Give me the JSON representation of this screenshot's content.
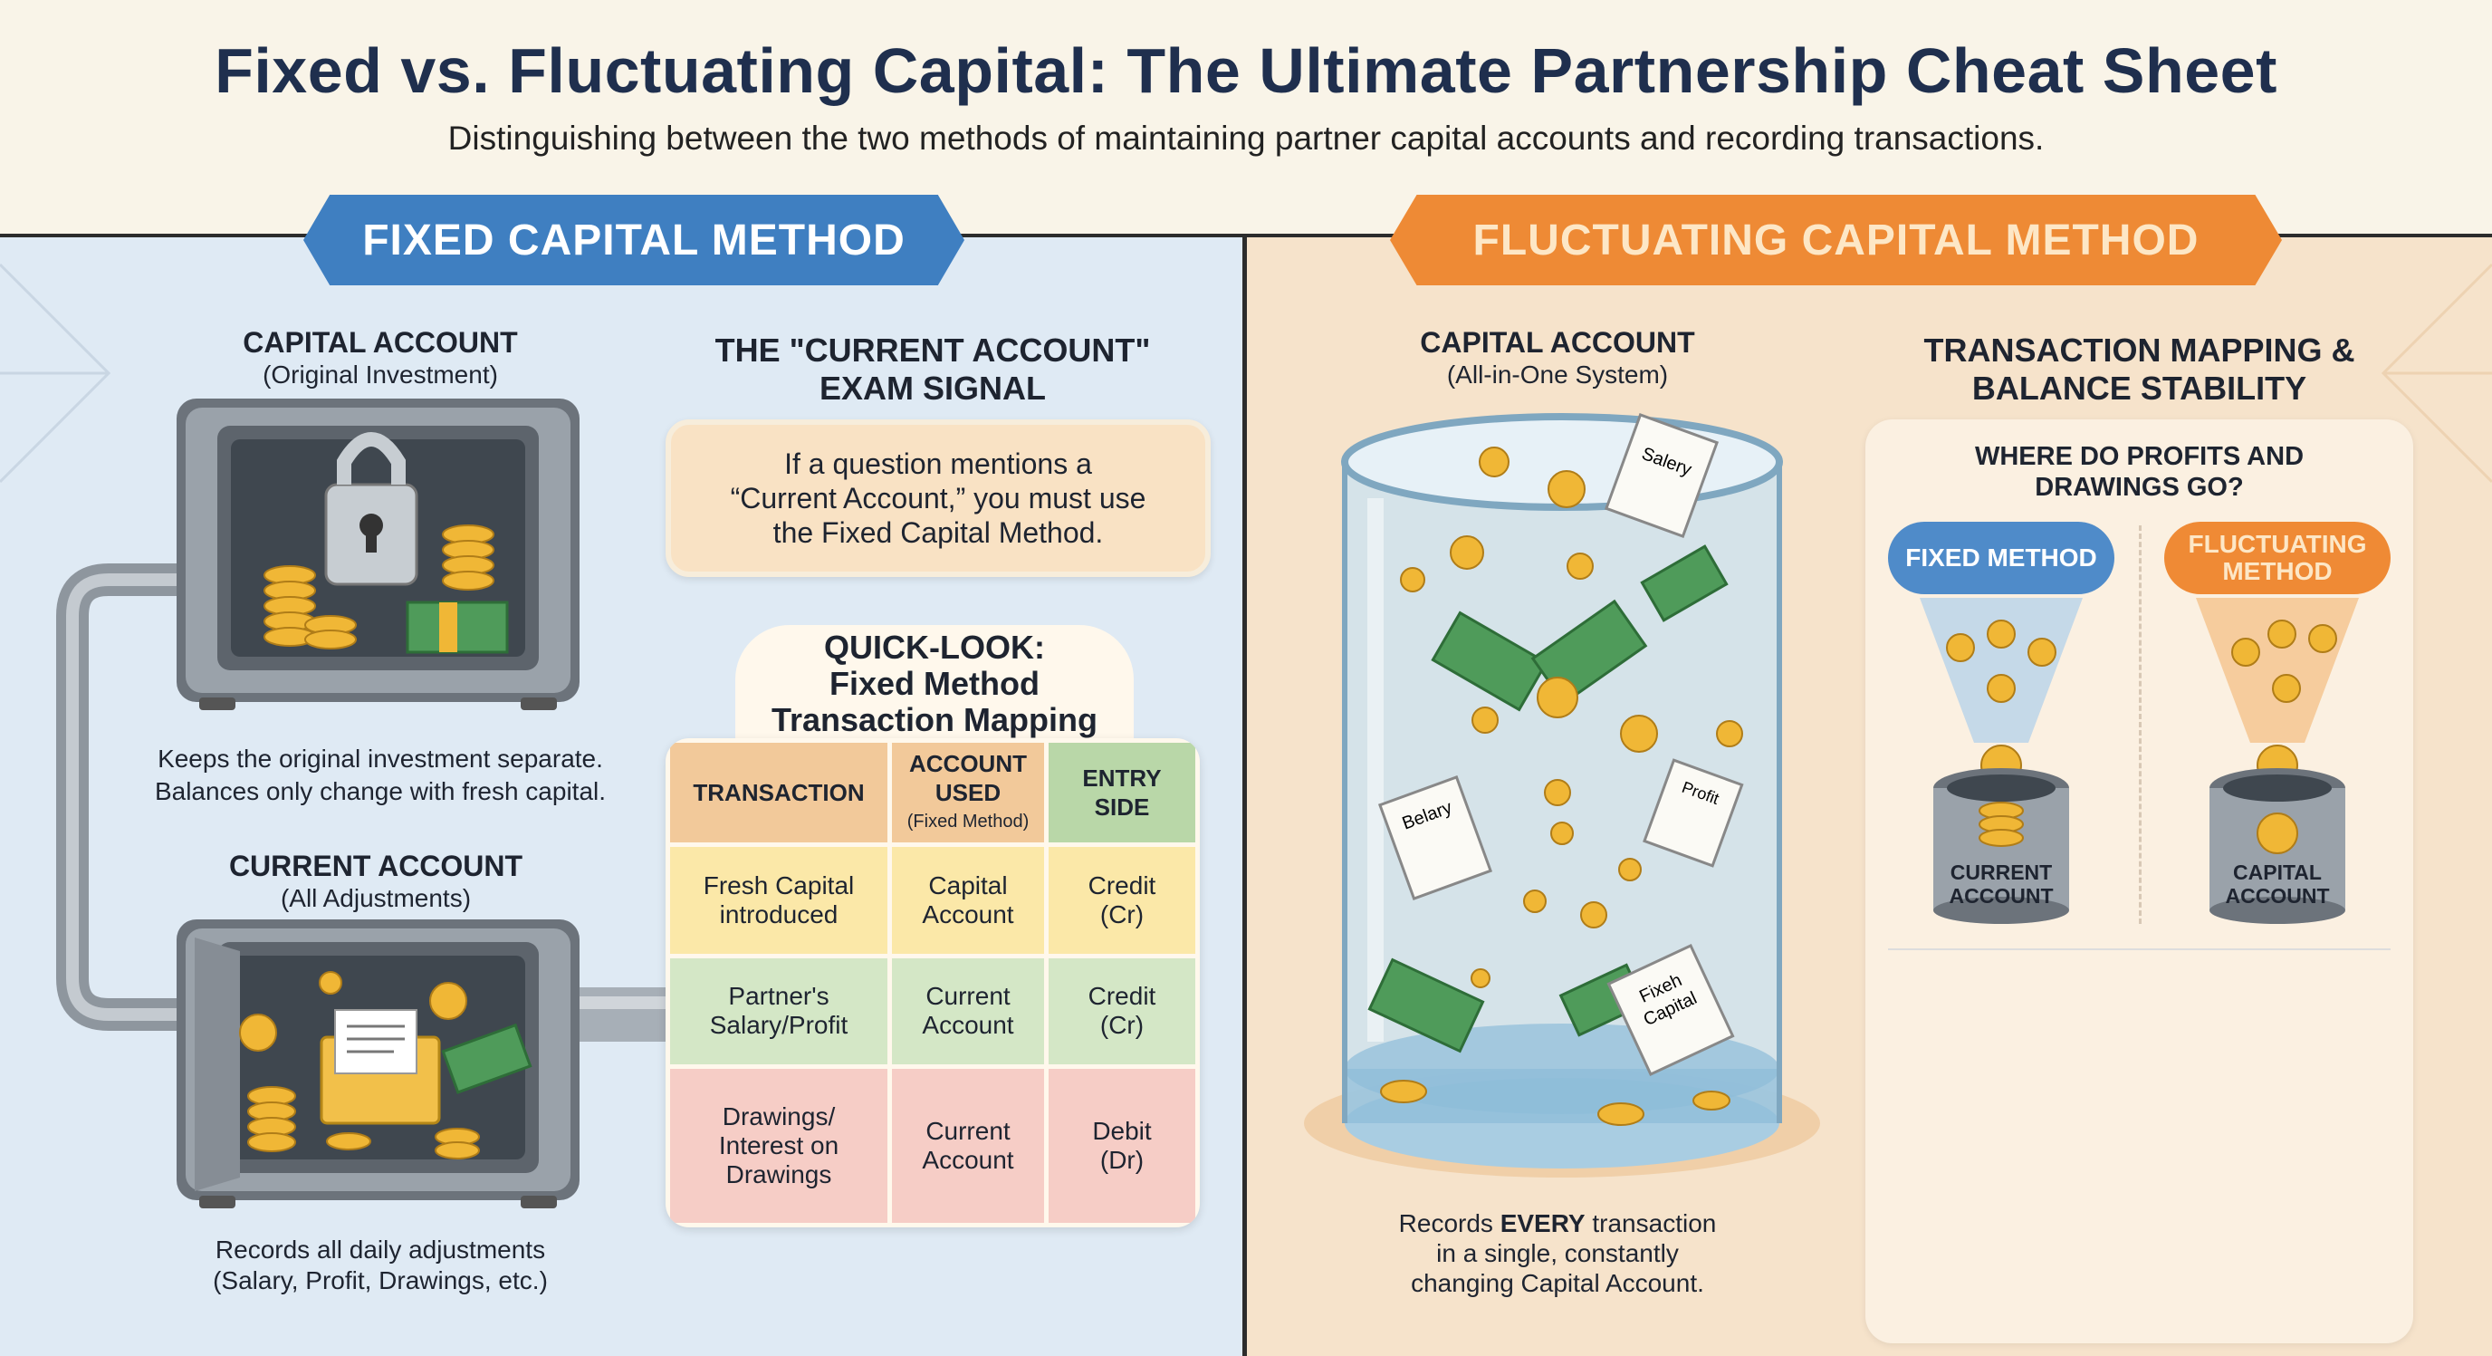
{
  "header": {
    "title": "Fixed vs. Fluctuating Capital: The Ultimate Partnership Cheat Sheet",
    "subtitle": "Distinguishing between the two methods of maintaining partner capital accounts and recording transactions."
  },
  "colors": {
    "fixed_blue": "#3f7fc1",
    "fluct_orange": "#ee8a35",
    "left_bg": "#dfeaf4",
    "right_bg": "#f6e3cb",
    "title_navy": "#1f2f4e"
  },
  "fixed": {
    "banner": "FIXED CAPITAL METHOD",
    "capital_account": {
      "title": "CAPITAL ACCOUNT",
      "subtitle": "(Original Investment)",
      "caption_line1": "Keeps the original investment separate.",
      "caption_line2": "Balances only change with fresh capital."
    },
    "current_account": {
      "title": "CURRENT ACCOUNT",
      "subtitle": "(All Adjustments)",
      "caption_line1": "Records all daily adjustments",
      "caption_line2": "(Salary, Profit, Drawings, etc.)"
    },
    "signal": {
      "title_line1": "THE \"CURRENT ACCOUNT\"",
      "title_line2": "EXAM SIGNAL",
      "line1": "If a question mentions a",
      "line2": "“Current Account,” you must use",
      "line3": "the Fixed Capital Method."
    },
    "quicklook": {
      "line1": "QUICK-LOOK:",
      "line2": "Fixed Method",
      "line3": "Transaction Mapping"
    },
    "table": {
      "headers": [
        "TRANSACTION",
        "ACCOUNT USED",
        "(Fixed Method)",
        "ENTRY SIDE"
      ],
      "rows": [
        {
          "transaction_1": "Fresh Capital",
          "transaction_2": "introduced",
          "account_1": "Capital",
          "account_2": "Account",
          "entry_1": "Credit",
          "entry_2": "(Cr)"
        },
        {
          "transaction_1": "Partner's",
          "transaction_2": "Salary/Profit",
          "account_1": "Current",
          "account_2": "Account",
          "entry_1": "Credit",
          "entry_2": "(Cr)"
        },
        {
          "transaction_1": "Drawings/",
          "transaction_2": "Interest on",
          "transaction_3": "Drawings",
          "account_1": "Current",
          "account_2": "Account",
          "entry_1": "Debit",
          "entry_2": "(Dr)"
        }
      ]
    }
  },
  "fluctuating": {
    "banner": "FLUCTUATING CAPITAL METHOD",
    "capital_account": {
      "title": "CAPITAL ACCOUNT",
      "subtitle": "(All-in-One System)",
      "caption_pre": "Records ",
      "caption_bold": "EVERY",
      "caption_post": " transaction",
      "caption_line2": "in a single, constantly",
      "caption_line3": "changing Capital Account."
    },
    "jar_papers": {
      "paper1": "Salery",
      "paper2": "Belary",
      "paper3": "Profit",
      "paper4_line1": "Fixeh",
      "paper4_line2": "Capital"
    },
    "mapping": {
      "title_line1": "TRANSACTION MAPPING &",
      "title_line2": "BALANCE STABILITY",
      "question_line1": "WHERE DO PROFITS AND",
      "question_line2": "DRAWINGS GO?",
      "fixed_pill": "FIXED METHOD",
      "fluct_pill_line1": "FLUCTUATING",
      "fluct_pill_line2": "METHOD",
      "fixed_dest_line1": "CURRENT",
      "fixed_dest_line2": "ACCOUNT",
      "fluct_dest_line1": "CAPITAL",
      "fluct_dest_line2": "ACCOUNT"
    }
  }
}
